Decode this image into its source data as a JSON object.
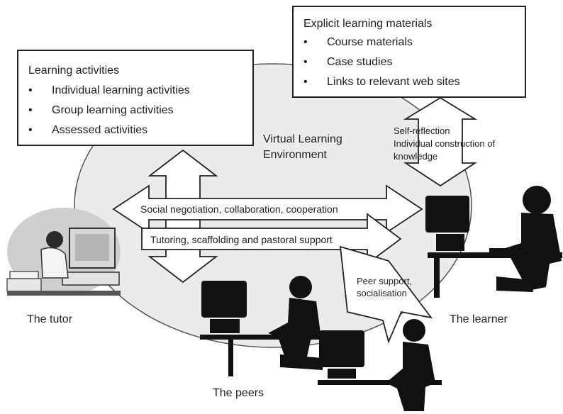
{
  "learning_activities": {
    "title": "Learning activities",
    "items": [
      "Individual learning activities",
      "Group learning activities",
      "Assessed activities"
    ]
  },
  "learning_materials": {
    "title": "Explicit learning materials",
    "items": [
      "Course materials",
      "Case studies",
      "Links to relevant web sites"
    ]
  },
  "bullet": "•",
  "vle": {
    "line1": "Virtual Learning",
    "line2": "Environment"
  },
  "self_reflection": {
    "line1": "Self-reflection",
    "line2": "Individual construction of",
    "line3": "knowledge"
  },
  "arrows": {
    "social": "Social negotiation, collaboration, cooperation",
    "tutoring": "Tutoring, scaffolding and pastoral support"
  },
  "peer_support": {
    "line1": "Peer support,",
    "line2": "socialisation"
  },
  "roles": {
    "tutor": "The tutor",
    "learner": "The learner",
    "peers": "The peers"
  }
}
